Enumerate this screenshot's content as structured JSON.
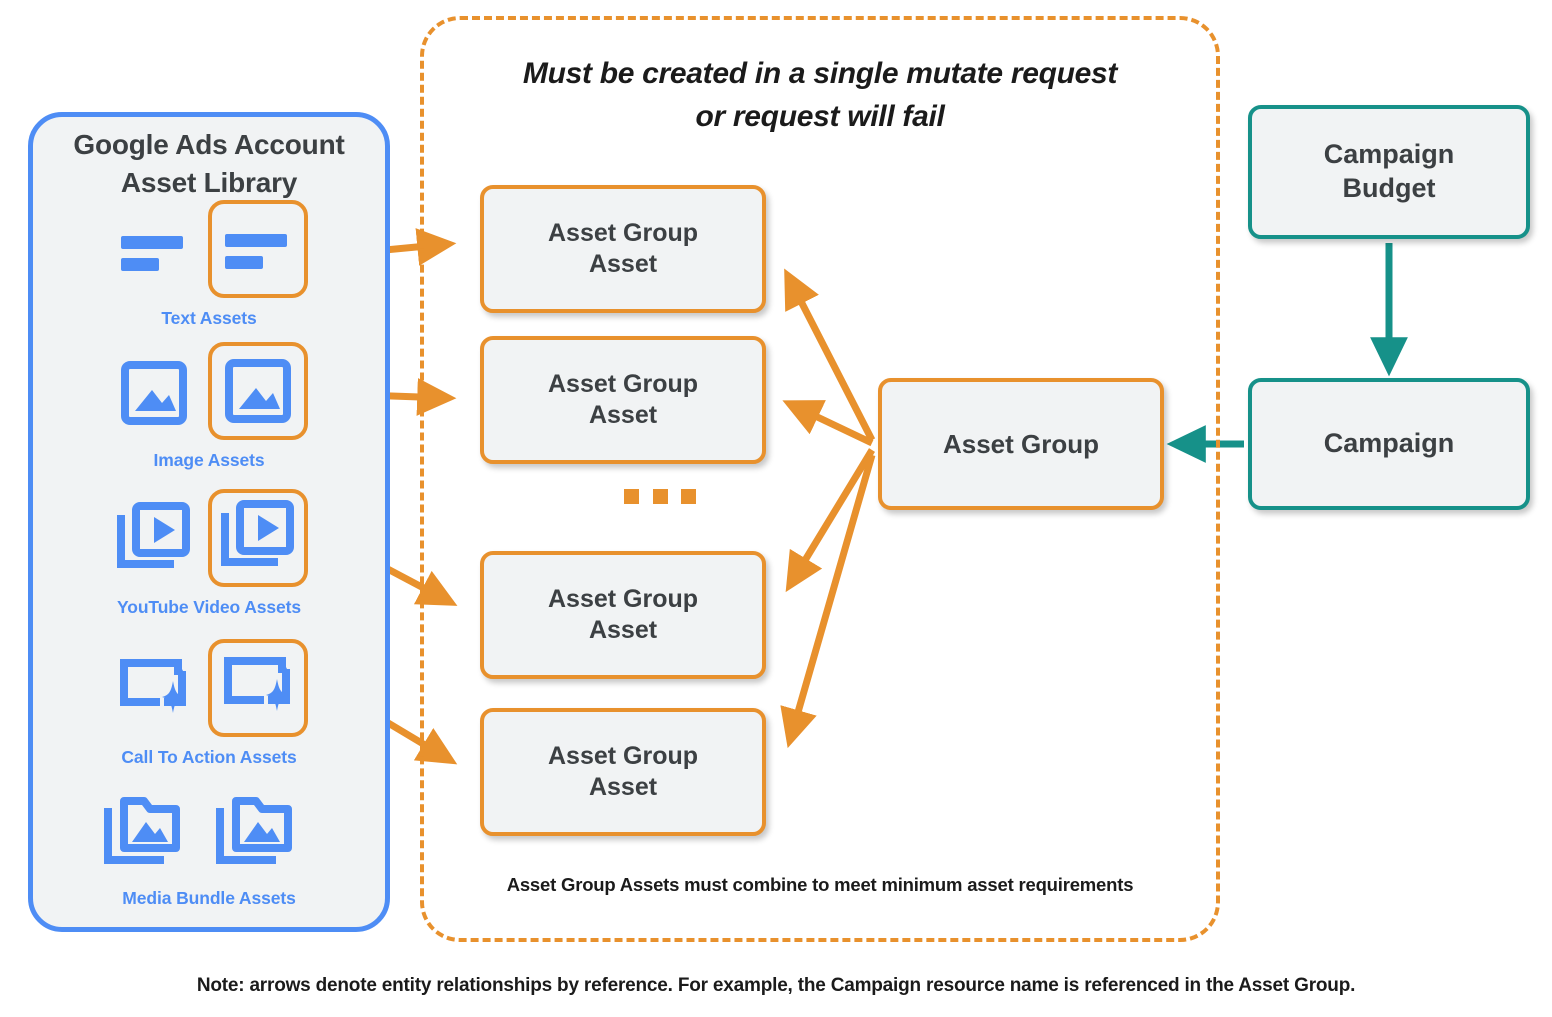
{
  "colors": {
    "orange": "#e8912d",
    "blue": "#4e8df5",
    "teal": "#169189",
    "node_fill": "#f1f3f4",
    "text_dark": "#3c4043"
  },
  "library": {
    "title_line1": "Google Ads Account",
    "title_line2": "Asset Library",
    "items": [
      {
        "label": "Text Assets",
        "icon": "text-asset-icon",
        "selected": true
      },
      {
        "label": "Image Assets",
        "icon": "image-asset-icon",
        "selected": true
      },
      {
        "label": "YouTube Video  Assets",
        "icon": "youtube-video-asset-icon",
        "selected": true
      },
      {
        "label": "Call To Action Assets",
        "icon": "call-to-action-asset-icon",
        "selected": true
      },
      {
        "label": "Media Bundle  Assets",
        "icon": "media-bundle-asset-icon",
        "selected": false
      }
    ]
  },
  "mutate": {
    "heading_line1": "Must be created in a single mutate request",
    "heading_line2": "or request will fail",
    "footnote": "Asset Group Assets must combine to meet minimum asset requirements",
    "ellipsis": "..."
  },
  "nodes": {
    "asset_group_assets": [
      {
        "line1": "Asset Group",
        "line2": "Asset"
      },
      {
        "line1": "Asset Group",
        "line2": "Asset"
      },
      {
        "line1": "Asset Group",
        "line2": "Asset"
      },
      {
        "line1": "Asset Group",
        "line2": "Asset"
      }
    ],
    "asset_group": "Asset Group",
    "campaign_budget_line1": "Campaign",
    "campaign_budget_line2": "Budget",
    "campaign": "Campaign"
  },
  "footer": {
    "note": "Note: arrows denote entity relationships by reference. For example, the Campaign resource name is referenced in the Asset Group."
  }
}
